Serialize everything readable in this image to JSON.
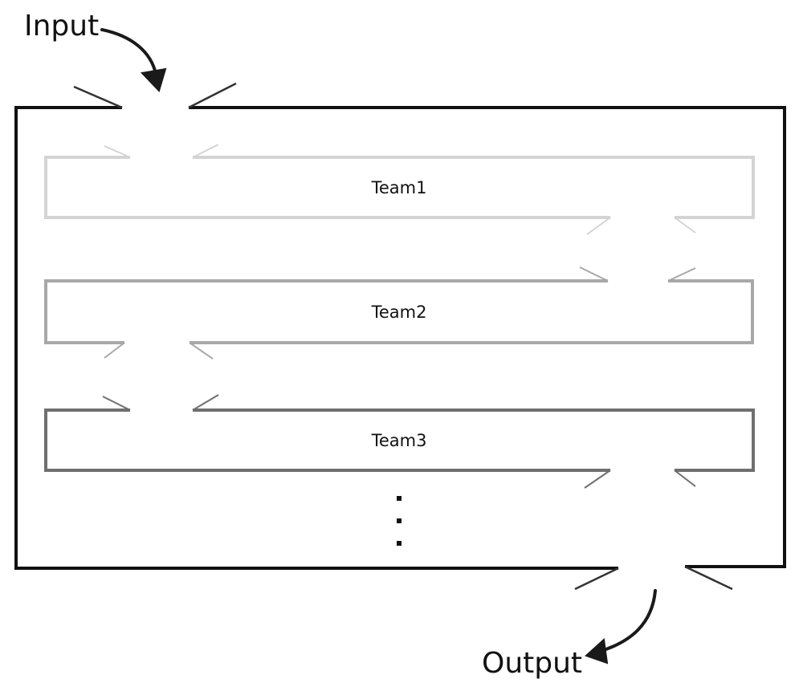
{
  "diagram": {
    "input_label": "Input",
    "output_label": "Output",
    "continuation": "⋮",
    "teams": [
      {
        "label": "Team1",
        "stroke": "#d4d4d4"
      },
      {
        "label": "Team2",
        "stroke": "#a8a8a8"
      },
      {
        "label": "Team3",
        "stroke": "#6f6f6f"
      }
    ],
    "outer_stroke": "#111111",
    "arrow_color": "#1a1a1a"
  }
}
